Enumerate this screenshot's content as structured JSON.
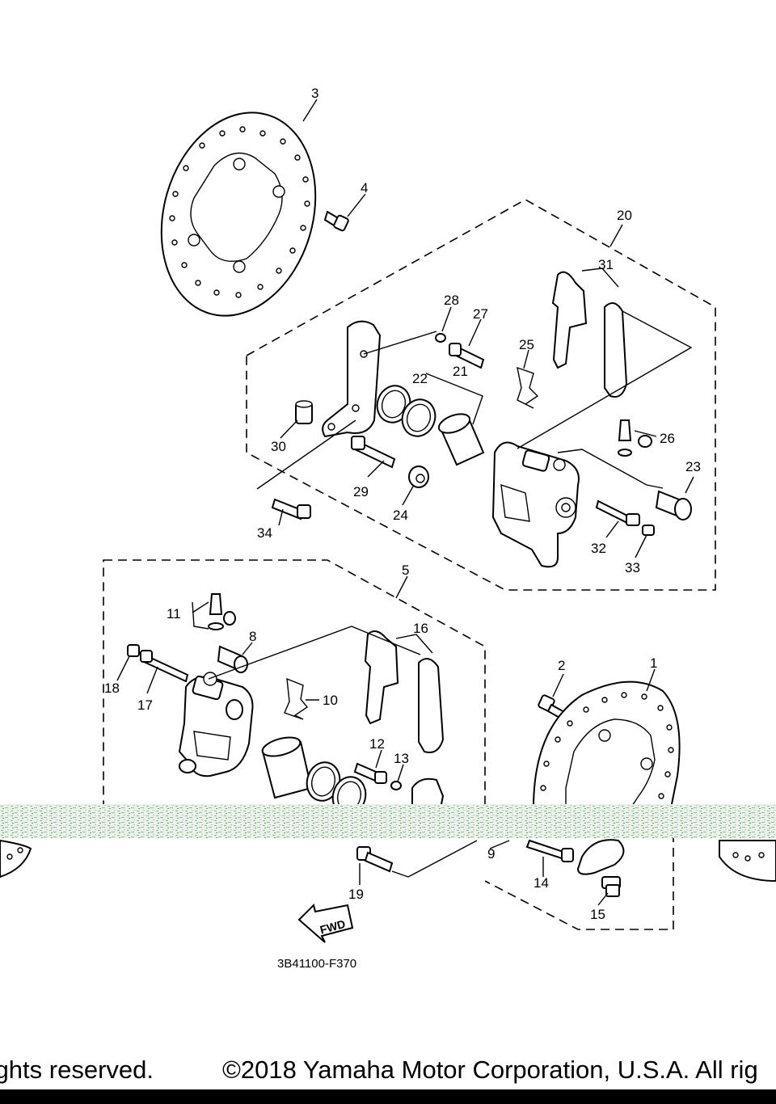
{
  "diagram": {
    "part_code": "3B41100-F370",
    "fwd_label": "FWD",
    "callouts": [
      "1",
      "2",
      "3",
      "4",
      "5",
      "8",
      "9",
      "10",
      "11",
      "12",
      "13",
      "14",
      "15",
      "16",
      "17",
      "18",
      "19",
      "20",
      "21",
      "22",
      "23",
      "24",
      "25",
      "26",
      "27",
      "28",
      "29",
      "30",
      "31",
      "32",
      "33",
      "34"
    ]
  },
  "footer": {
    "left_text": "ghts reserved.",
    "right_text": "©2018 Yamaha Motor Corporation, U.S.A. All rig"
  },
  "colors": {
    "noise_band": "#9fd49f",
    "line": "#000000",
    "background": "#ffffff"
  }
}
